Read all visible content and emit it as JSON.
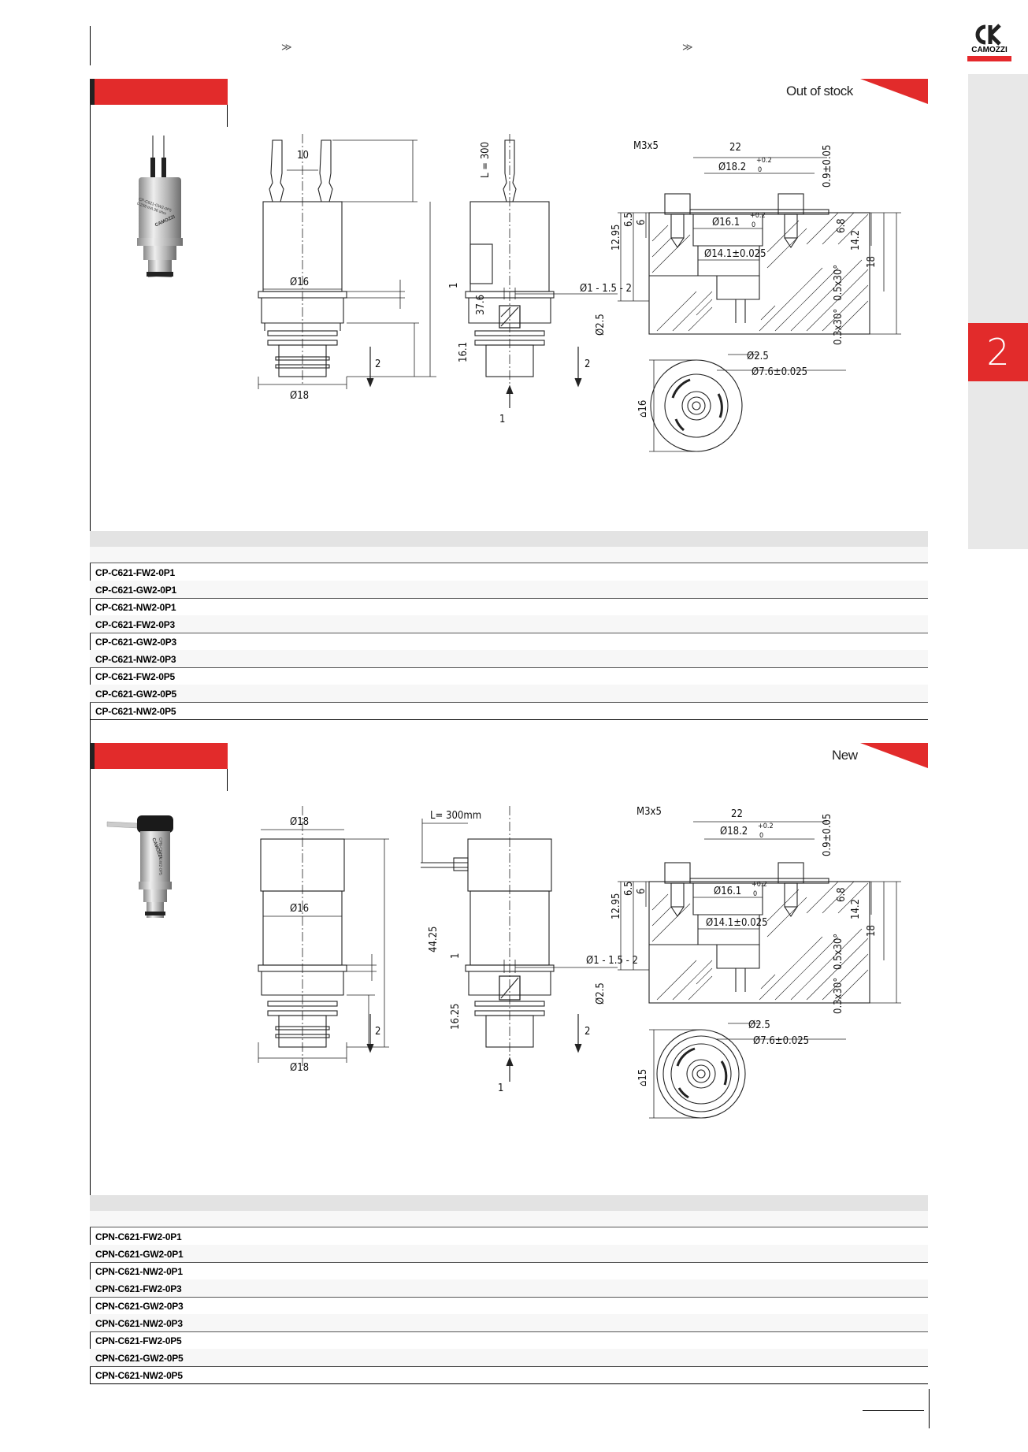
{
  "header": {
    "breadcrumb_separator_1": "≫",
    "breadcrumb_separator_2": "≫",
    "logo_text": "CAMOZZI",
    "logo_mark": "CK",
    "side_tab_number": "2"
  },
  "sections": [
    {
      "status": "Out of stock",
      "table_rows": [
        "CP-C621-FW2-0P1",
        "CP-C621-GW2-0P1",
        "CP-C621-NW2-0P1",
        "CP-C621-FW2-0P3",
        "CP-C621-GW2-0P3",
        "CP-C621-NW2-0P3",
        "CP-C621-FW2-0P5",
        "CP-C621-GW2-0P5",
        "CP-C621-NW2-0P5"
      ],
      "photo_label": "CP-C621-GW2-0P5 0.238 mA 36 ohm",
      "photo_brand": "CAMOZZI",
      "dims": {
        "pin_spacing": "10",
        "lead_length": "L = 300",
        "body_dia": "Ø16",
        "flange_thk": "1",
        "total_height": "37.6",
        "lower_height": "16.1",
        "base_dia": "Ø18",
        "port2": "2",
        "port1": "1",
        "orifice": "Ø1 - 1.5 - 2",
        "thread": "M3x5",
        "width22": "22",
        "dia18_2": "Ø18.2",
        "tol_up": "+0.2",
        "tol_down": "0",
        "dia16_1": "Ø16.1",
        "dia14_1": "Ø14.1±0.025",
        "d12_95": "12.95",
        "d6_5": "6.5",
        "d6": "6",
        "d09": "0.9±0.05",
        "d6_8": "6.8",
        "d14_2": "14.2",
        "d18": "18",
        "chamfer1": "0.5x30°",
        "chamfer2": "0.3x30°",
        "dia2_5a": "Ø2.5",
        "dia2_5b": "Ø2.5",
        "dia7_6": "Ø7.6±0.025",
        "hex": "⌂16"
      }
    },
    {
      "status": "New",
      "table_rows": [
        "CPN-C621-FW2-0P1",
        "CPN-C621-GW2-0P1",
        "CPN-C621-NW2-0P1",
        "CPN-C621-FW2-0P3",
        "CPN-C621-GW2-0P3",
        "CPN-C621-NW2-0P3",
        "CPN-C621-FW2-0P5",
        "CPN-C621-GW2-0P5",
        "CPN-C621-NW2-0P5"
      ],
      "photo_label": "CPN-C621-GW2-0P5",
      "photo_brand": "CAMOZZI",
      "dims": {
        "top_dia": "Ø18",
        "lead_length": "L= 300mm",
        "body_dia": "Ø16",
        "flange_thk": "1",
        "total_height": "44.25",
        "lower_height": "16.25",
        "base_dia": "Ø18",
        "port2": "2",
        "port1": "1",
        "orifice": "Ø1 - 1.5 - 2",
        "thread": "M3x5",
        "width22": "22",
        "dia18_2": "Ø18.2",
        "tol_up": "+0.2",
        "tol_down": "0",
        "dia16_1": "Ø16.1",
        "dia14_1": "Ø14.1±0.025",
        "d12_95": "12.95",
        "d6_5": "6.5",
        "d6": "6",
        "d09": "0.9±0.05",
        "d6_8": "6.8",
        "d14_2": "14.2",
        "d18": "18",
        "chamfer1": "0.5x30°",
        "chamfer2": "0.3x30°",
        "dia2_5a": "Ø2.5",
        "dia2_5b": "Ø2.5",
        "dia7_6": "Ø7.6±0.025",
        "hex": "⌂15"
      }
    }
  ],
  "colors": {
    "accent_red": "#e22b2b",
    "side_tab_gray": "#e8e8e8",
    "table_header_gray": "#e3e3e3"
  }
}
